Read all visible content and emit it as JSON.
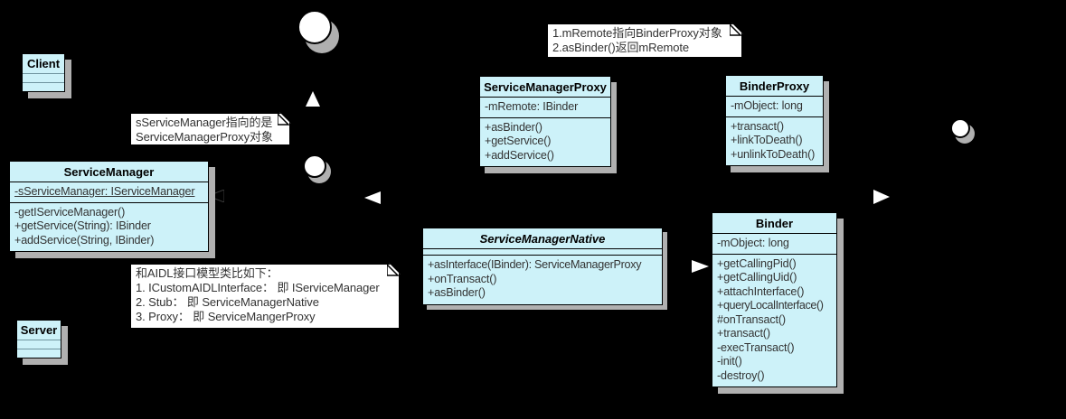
{
  "diagram": {
    "title": "ServiceManager / Binder UML class diagram",
    "colors": {
      "background": "#000000",
      "class_fill": "#cdf2f9",
      "shadow": "#b0b0b0",
      "note_fill": "#ffffff",
      "border": "#000000"
    }
  },
  "classes": {
    "client": {
      "name": "Client"
    },
    "server": {
      "name": "Server"
    },
    "service_manager": {
      "name": "ServiceManager",
      "attributes": [
        "-sServiceManager: IServiceManager"
      ],
      "methods": [
        "-getIServiceManager()",
        "+getService(String): IBinder",
        "+addService(String, IBinder)"
      ]
    },
    "service_manager_proxy": {
      "name": "ServiceManagerProxy",
      "attributes": [
        "-mRemote: IBinder"
      ],
      "methods": [
        "+asBinder()",
        "+getService()",
        "+addService()"
      ]
    },
    "binder_proxy": {
      "name": "BinderProxy",
      "attributes": [
        "-mObject: long"
      ],
      "methods": [
        "+transact()",
        "+linkToDeath()",
        "+unlinkToDeath()"
      ]
    },
    "service_manager_native": {
      "name": "ServiceManagerNative",
      "attributes": [],
      "methods": [
        "+asInterface(IBinder): ServiceManagerProxy",
        "+onTransact()",
        "+asBinder()"
      ]
    },
    "binder": {
      "name": "Binder",
      "attributes": [
        "-mObject: long"
      ],
      "methods": [
        "+getCallingPid()",
        "+getCallingUid()",
        "+attachInterface()",
        "+queryLocalInterface()",
        "#onTransact()",
        "+transact()",
        "-execTransact()",
        "-init()",
        "-destroy()"
      ]
    }
  },
  "notes": {
    "sservicemanager": {
      "lines": [
        "sServiceManager指向的是",
        "ServiceManagerProxy对象"
      ]
    },
    "mremote": {
      "lines": [
        "1.mRemote指向BinderProxy对象",
        "2.asBinder()返回mRemote"
      ]
    },
    "aidl": {
      "lines": [
        "和AIDL接口模型类比如下：",
        "1. ICustomAIDLInterface： 即 IServiceManager",
        "2. Stub： 即 ServiceManagerNative",
        "3. Proxy： 即 ServiceMangerProxy"
      ]
    }
  }
}
